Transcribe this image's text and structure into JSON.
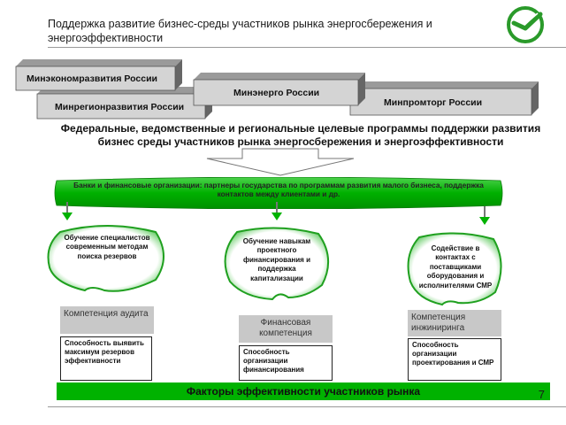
{
  "header": {
    "title": "Поддержка развитие бизнес-среды участников рынка энергосбережения и энергоэффективности",
    "page_number": "7"
  },
  "ministries": [
    {
      "label": "Минэкономразвития России"
    },
    {
      "label": "Минрегионразвития России"
    },
    {
      "label": "Минэнерго России"
    },
    {
      "label": "Минпромторг России"
    }
  ],
  "federal_programs": "Федеральные, ведомственные и региональные целевые программы поддержки развития бизнес среды участников рынка энергосбережения и энергоэффективности",
  "banner": {
    "line1": "Банки и финансовые организации: партнеры государства по программам развития малого бизнеса, поддержка",
    "line2": "контактов между клиентами и др."
  },
  "blobs": [
    {
      "text": "Обучение специалистов современным методам поиска резервов"
    },
    {
      "text": "Обучение навыкам проектного финансирования и поддержка капитализации"
    },
    {
      "text": "Содействие в контактах с поставщиками оборудования и исполнителями СМР"
    }
  ],
  "competencies": [
    {
      "label": "Компетенция аудита",
      "skill": "Способность выявить максимум резервов эффективности"
    },
    {
      "label": "Финансовая компетенция",
      "skill": "Способность организации финансирования"
    },
    {
      "label": "Компетенция инжиниринга",
      "skill": "Способность организации проектирования и СМР"
    }
  ],
  "footer_bar": "Факторы эффективности участников рынка",
  "colors": {
    "green": "#00b200",
    "box_gray": "#d4d4d4",
    "box_dark": "#7a7a7a",
    "label_gray": "#c8c8c8"
  }
}
